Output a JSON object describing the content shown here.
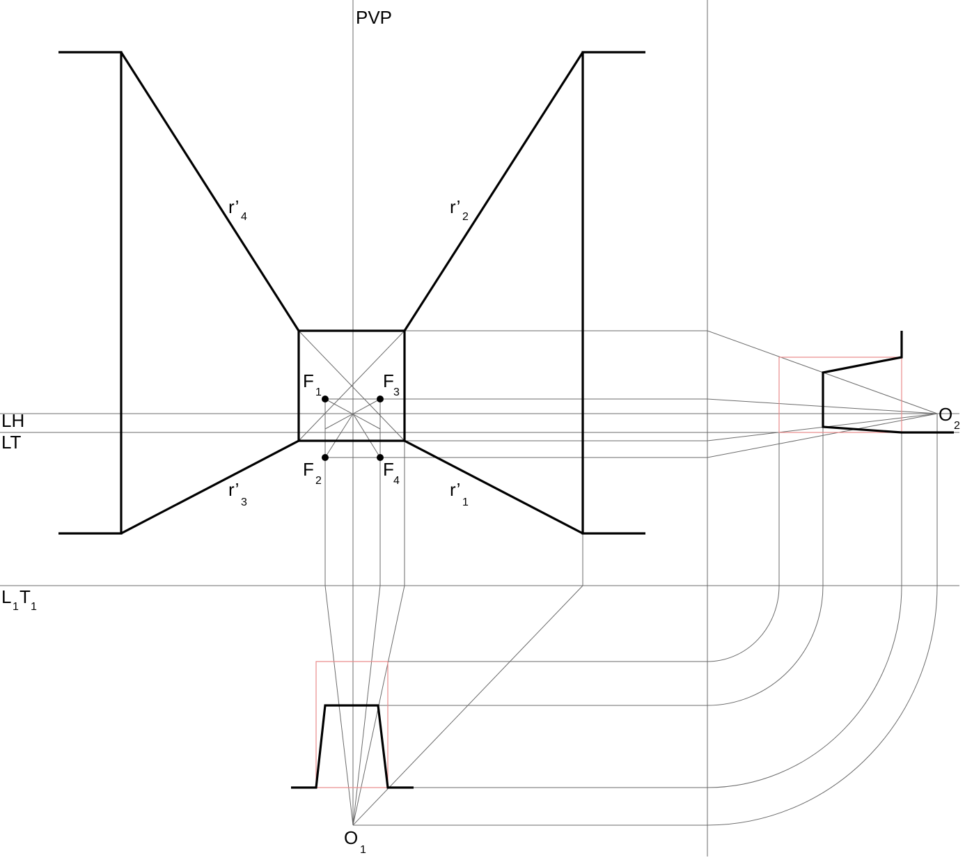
{
  "labels": {
    "pvp": "PVP",
    "lh": "LH",
    "lt": "LT",
    "l1t1": {
      "l": "L",
      "l_sub": "1",
      "t": "T",
      "t_sub": "1"
    },
    "r4": {
      "main": "r’",
      "sub": "4"
    },
    "r2": {
      "main": "r’",
      "sub": "2"
    },
    "r3": {
      "main": "r’",
      "sub": "3"
    },
    "r1": {
      "main": "r’",
      "sub": "1"
    },
    "f1": {
      "main": "F",
      "sub": "1"
    },
    "f2": {
      "main": "F",
      "sub": "2"
    },
    "f3": {
      "main": "F",
      "sub": "3"
    },
    "f4": {
      "main": "F",
      "sub": "4"
    },
    "o1": {
      "main": "O",
      "sub": "1"
    },
    "o2": {
      "main": "O",
      "sub": "2"
    }
  },
  "colors": {
    "construction": "#6a6a6a",
    "object": "#000000",
    "auxiliary": "#e88a8a"
  }
}
